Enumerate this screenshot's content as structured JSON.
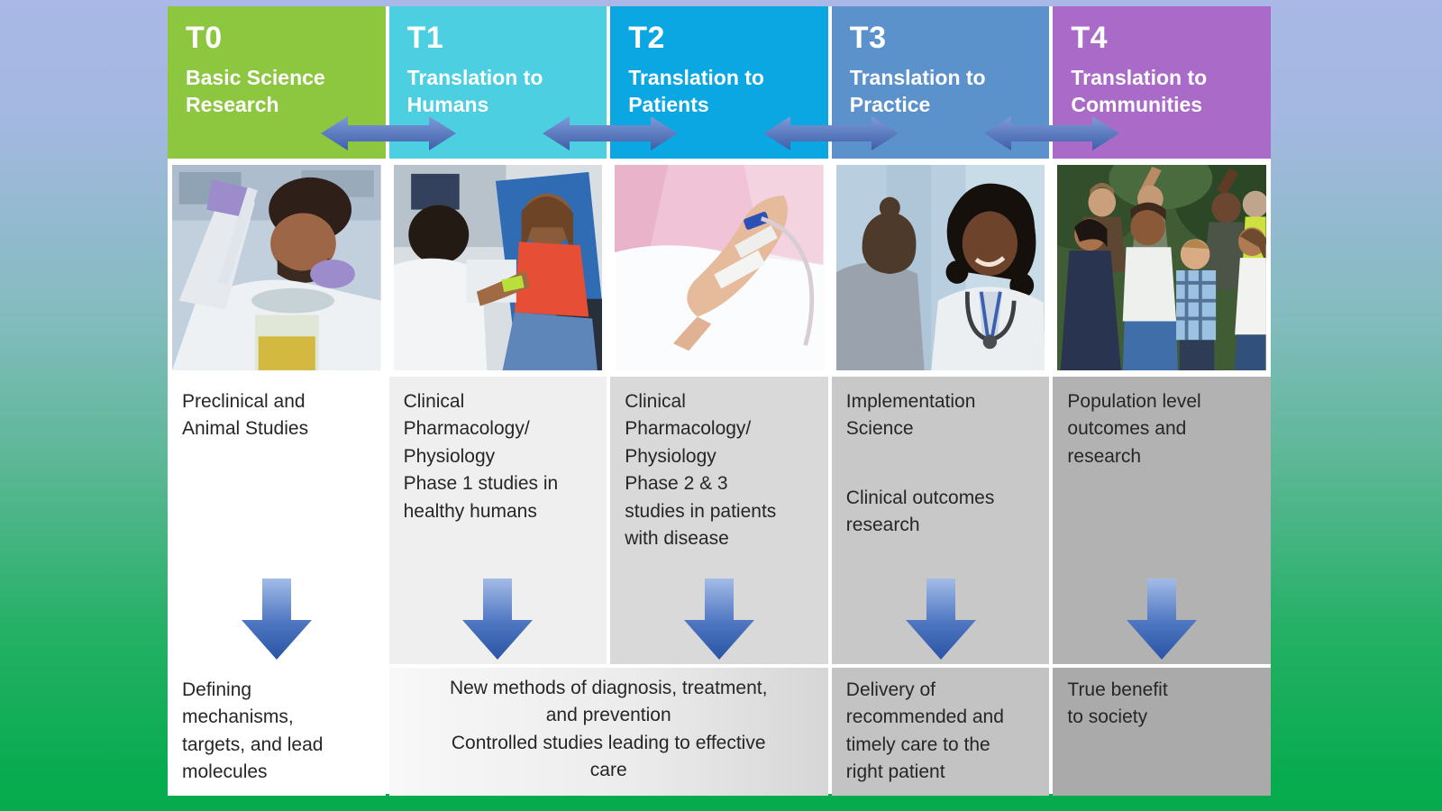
{
  "columns": [
    {
      "code": "T0",
      "title": "Basic Science\nResearch",
      "header_color": "#8dc63f",
      "photo": "lab-researcher-pipetting-photo",
      "desc1": "Preclinical and\nAnimal Studies",
      "desc2": "",
      "bottom": "Defining\nmechanisms,\ntargets, and lead\nmolecules"
    },
    {
      "code": "T1",
      "title": "Translation to\nHumans",
      "header_color": "#4ccfe0",
      "photo": "blood-draw-clinic-photo",
      "desc1": "Clinical\nPharmacology/\nPhysiology",
      "desc2": "Phase 1 studies in\nhealthy humans",
      "bottom": ""
    },
    {
      "code": "T2",
      "title": "Translation to\nPatients",
      "header_color": "#0aa7e3",
      "photo": "patient-iv-hand-photo",
      "desc1": "Clinical\nPharmacology/\nPhysiology",
      "desc2": "Phase 2 & 3\nstudies in patients\nwith disease",
      "bottom": ""
    },
    {
      "code": "T3",
      "title": "Translation to\nPractice",
      "header_color": "#5b92cc",
      "photo": "clinicians-consult-photo",
      "desc1": "Implementation\nScience",
      "desc2": "Clinical outcomes\nresearch",
      "bottom": "Delivery of\nrecommended and\ntimely care to the\nright patient"
    },
    {
      "code": "T4",
      "title": "Translation to\nCommunities",
      "header_color": "#aa6bc8",
      "photo": "community-group-photo",
      "desc1": "Population level\noutcomes and\nresearch",
      "desc2": "",
      "bottom": "True benefit\nto society"
    }
  ],
  "merged_bottom_t1_t2": "New methods of diagnosis, treatment,\nand prevention\nControlled studies leading to effective\ncare",
  "icons": {
    "bidirectional_arrow": "bidirectional-arrow-icon",
    "down_arrow": "down-arrow-icon"
  },
  "colors": {
    "arrow_blue_light": "#7e9ad8",
    "arrow_blue_dark": "#2a55a5",
    "down_arrow_light": "#a3bce8",
    "down_arrow_dark": "#2a55a5",
    "background_top": "#a9b8e6",
    "background_bottom": "#07ac4f"
  }
}
